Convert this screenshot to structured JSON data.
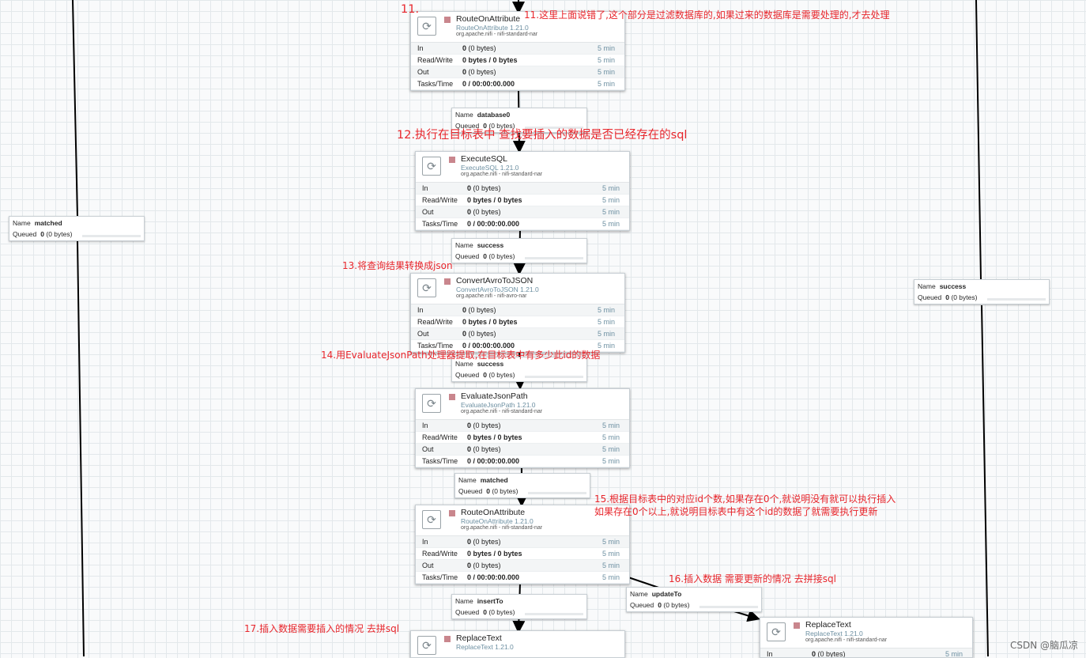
{
  "processors": [
    {
      "type": "RouteOnAttribute",
      "version": "RouteOnAttribute 1.21.0",
      "bundle": "org.apache.nifi - nifi-standard-nar",
      "stats": [
        {
          "label": "In",
          "value": "0",
          "detail": "(0 bytes)",
          "time": "5 min"
        },
        {
          "label": "Read/Write",
          "value": "0 bytes / 0 bytes",
          "detail": "",
          "time": "5 min"
        },
        {
          "label": "Out",
          "value": "0",
          "detail": "(0 bytes)",
          "time": "5 min"
        },
        {
          "label": "Tasks/Time",
          "value": "0 / 00:00:00.000",
          "detail": "",
          "time": "5 min"
        }
      ]
    },
    {
      "type": "ExecuteSQL",
      "version": "ExecuteSQL 1.21.0",
      "bundle": "org.apache.nifi - nifi-standard-nar",
      "stats": [
        {
          "label": "In",
          "value": "0",
          "detail": "(0 bytes)",
          "time": "5 min"
        },
        {
          "label": "Read/Write",
          "value": "0 bytes / 0 bytes",
          "detail": "",
          "time": "5 min"
        },
        {
          "label": "Out",
          "value": "0",
          "detail": "(0 bytes)",
          "time": "5 min"
        },
        {
          "label": "Tasks/Time",
          "value": "0 / 00:00:00.000",
          "detail": "",
          "time": "5 min"
        }
      ]
    },
    {
      "type": "ConvertAvroToJSON",
      "version": "ConvertAvroToJSON 1.21.0",
      "bundle": "org.apache.nifi - nifi-avro-nar",
      "stats": [
        {
          "label": "In",
          "value": "0",
          "detail": "(0 bytes)",
          "time": "5 min"
        },
        {
          "label": "Read/Write",
          "value": "0 bytes / 0 bytes",
          "detail": "",
          "time": "5 min"
        },
        {
          "label": "Out",
          "value": "0",
          "detail": "(0 bytes)",
          "time": "5 min"
        },
        {
          "label": "Tasks/Time",
          "value": "0 / 00:00:00.000",
          "detail": "",
          "time": "5 min"
        }
      ]
    },
    {
      "type": "EvaluateJsonPath",
      "version": "EvaluateJsonPath 1.21.0",
      "bundle": "org.apache.nifi - nifi-standard-nar",
      "stats": [
        {
          "label": "In",
          "value": "0",
          "detail": "(0 bytes)",
          "time": "5 min"
        },
        {
          "label": "Read/Write",
          "value": "0 bytes / 0 bytes",
          "detail": "",
          "time": "5 min"
        },
        {
          "label": "Out",
          "value": "0",
          "detail": "(0 bytes)",
          "time": "5 min"
        },
        {
          "label": "Tasks/Time",
          "value": "0 / 00:00:00.000",
          "detail": "",
          "time": "5 min"
        }
      ]
    },
    {
      "type": "RouteOnAttribute",
      "version": "RouteOnAttribute 1.21.0",
      "bundle": "org.apache.nifi - nifi-standard-nar",
      "stats": [
        {
          "label": "In",
          "value": "0",
          "detail": "(0 bytes)",
          "time": "5 min"
        },
        {
          "label": "Read/Write",
          "value": "0 bytes / 0 bytes",
          "detail": "",
          "time": "5 min"
        },
        {
          "label": "Out",
          "value": "0",
          "detail": "(0 bytes)",
          "time": "5 min"
        },
        {
          "label": "Tasks/Time",
          "value": "0 / 00:00:00.000",
          "detail": "",
          "time": "5 min"
        }
      ]
    },
    {
      "type": "ReplaceText",
      "version": "ReplaceText 1.21.0",
      "bundle": "",
      "stats": []
    },
    {
      "type": "ReplaceText",
      "version": "ReplaceText 1.21.0",
      "bundle": "org.apache.nifi - nifi-standard-nar",
      "stats": [
        {
          "label": "In",
          "value": "0",
          "detail": "(0 bytes)",
          "time": "5 min"
        }
      ]
    }
  ],
  "connections": [
    {
      "name_label": "Name",
      "name": "database0",
      "queued_label": "Queued",
      "queued": "0",
      "queued_detail": "(0 bytes)"
    },
    {
      "name_label": "Name",
      "name": "matched",
      "queued_label": "Queued",
      "queued": "0",
      "queued_detail": "(0 bytes)"
    },
    {
      "name_label": "Name",
      "name": "success",
      "queued_label": "Queued",
      "queued": "0",
      "queued_detail": "(0 bytes)"
    },
    {
      "name_label": "Name",
      "name": "success",
      "queued_label": "Queued",
      "queued": "0",
      "queued_detail": "(0 bytes)"
    },
    {
      "name_label": "Name",
      "name": "success",
      "queued_label": "Queued",
      "queued": "0",
      "queued_detail": "(0 bytes)"
    },
    {
      "name_label": "Name",
      "name": "matched",
      "queued_label": "Queued",
      "queued": "0",
      "queued_detail": "(0 bytes)"
    },
    {
      "name_label": "Name",
      "name": "updateTo",
      "queued_label": "Queued",
      "queued": "0",
      "queued_detail": "(0 bytes)"
    },
    {
      "name_label": "Name",
      "name": "insertTo",
      "queued_label": "Queued",
      "queued": "0",
      "queued_detail": "(0 bytes)"
    }
  ],
  "annotations": {
    "a11_num": "11.",
    "a11": "11.这里上面说错了,这个部分是过滤数据库的,如果过来的数据库是需要处理的,才去处理",
    "a12": "12.执行在目标表中 查找要插入的数据是否已经存在的sql",
    "a13": "13.将查询结果转换成json",
    "a14": "14.用EvaluateJsonPath处理器提取,在目标表中有多少此id的数据",
    "a15_line1": "15.根据目标表中的对应id个数,如果存在0个,就说明没有就可以执行插入",
    "a15_line2": "如果存在0个以上,就说明目标表中有这个id的数据了就需要执行更新",
    "a16": "16.插入数据  需要更新的情况 去拼接sql",
    "a17": "17.插入数据需要插入的情况 去拼sql"
  },
  "icons": {
    "processor": "processor-icon",
    "stopped": "stopped-square-icon"
  },
  "colors": {
    "annotation": "#e8262c",
    "stopped": "#c9868d",
    "version_text": "#6c8fa1"
  },
  "watermark": "CSDN @脑瓜凉"
}
